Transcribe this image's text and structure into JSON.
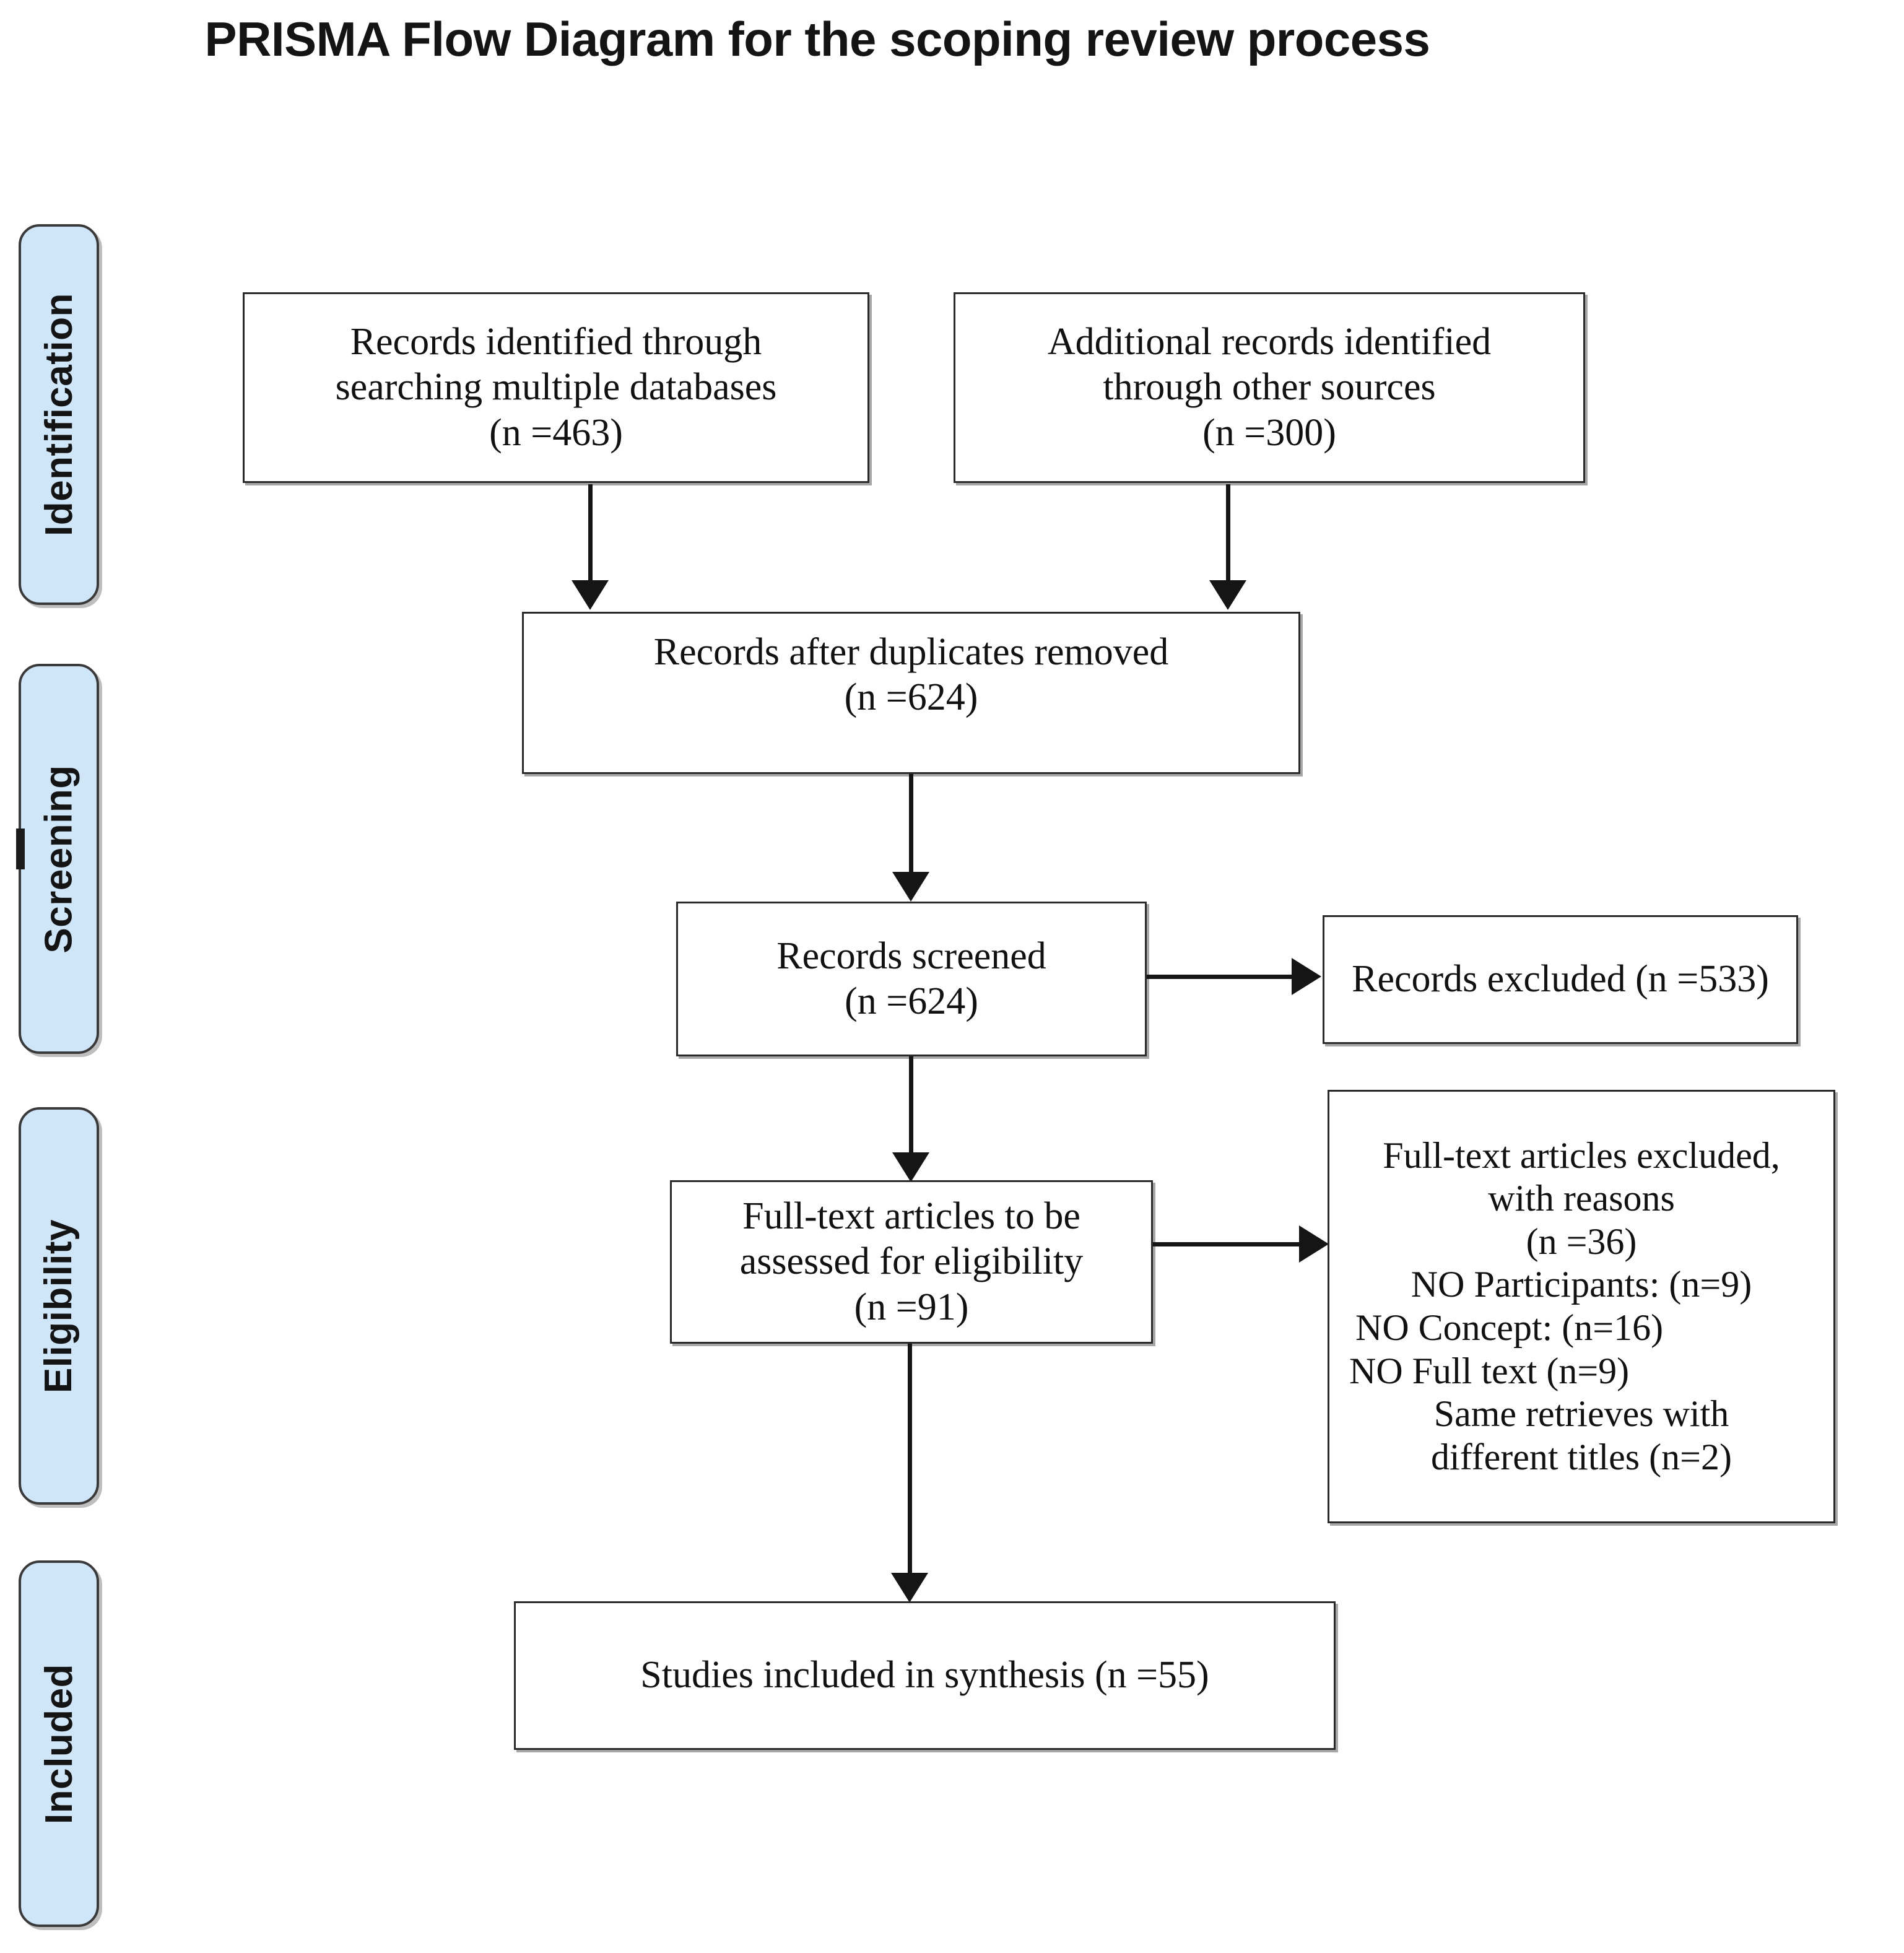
{
  "title": "PRISMA Flow Diagram for the scoping review process",
  "colors": {
    "stage_fill": "#cfe6f9",
    "stage_border": "#3a3a3a",
    "box_border": "#2a2a2a",
    "connector": "#151515",
    "text": "#111111",
    "background": "#ffffff"
  },
  "stages": [
    {
      "id": "identification",
      "label": "Identification"
    },
    {
      "id": "screening",
      "label": "Screening"
    },
    {
      "id": "eligibility",
      "label": "Eligibility"
    },
    {
      "id": "included",
      "label": "Included"
    }
  ],
  "boxes": {
    "records_identified": {
      "line1": "Records identified through",
      "line2": "searching  multiple databases",
      "line3": "(n =463)"
    },
    "additional_records": {
      "line1": "Additional records identified",
      "line2": "through other sources",
      "line3": "(n =300)"
    },
    "after_duplicates": {
      "line1": "Records after duplicates removed",
      "line2": "(n =624)"
    },
    "records_screened": {
      "line1": "Records screened",
      "line2": "(n =624)"
    },
    "records_excluded": {
      "line1": "Records excluded  (n =533)"
    },
    "fulltext_assessed": {
      "line1": "Full-text articles to be",
      "line2": "assessed for eligibility",
      "line3": "(n =91)"
    },
    "fulltext_excluded": {
      "line1": "Full-text articles excluded,",
      "line2": "with reasons",
      "line3": "(n =36)",
      "line4": "NO Participants: (n=9)",
      "line5": "NO Concept: (n=16)",
      "line6": "NO Full text (n=9)",
      "line7": "Same retrieves with",
      "line8": "different  titles (n=2)"
    },
    "studies_included": {
      "line1": "Studies included in synthesis (n =55)"
    }
  },
  "chart_data": {
    "type": "diagram",
    "diagram_kind": "prisma-flow",
    "title": "PRISMA Flow Diagram for the scoping review process",
    "stages": [
      "Identification",
      "Screening",
      "Eligibility",
      "Included"
    ],
    "nodes": [
      {
        "id": "records_identified",
        "stage": "Identification",
        "label": "Records identified through searching  multiple databases",
        "n": 463
      },
      {
        "id": "additional_records",
        "stage": "Identification",
        "label": "Additional records identified through other sources",
        "n": 300
      },
      {
        "id": "after_duplicates",
        "stage": "Screening",
        "label": "Records after duplicates removed",
        "n": 624
      },
      {
        "id": "records_screened",
        "stage": "Screening",
        "label": "Records screened",
        "n": 624
      },
      {
        "id": "records_excluded",
        "stage": "Screening",
        "label": "Records excluded",
        "n": 533
      },
      {
        "id": "fulltext_assessed",
        "stage": "Eligibility",
        "label": "Full-text articles to be assessed for eligibility",
        "n": 91
      },
      {
        "id": "fulltext_excluded",
        "stage": "Eligibility",
        "label": "Full-text articles excluded, with reasons",
        "n": 36,
        "reasons": [
          {
            "label": "NO Participants",
            "n": 9
          },
          {
            "label": "NO Concept",
            "n": 16
          },
          {
            "label": "NO Full text",
            "n": 9
          },
          {
            "label": "Same retrieves with different  titles",
            "n": 2
          }
        ]
      },
      {
        "id": "studies_included",
        "stage": "Included",
        "label": "Studies included in synthesis",
        "n": 55
      }
    ],
    "edges": [
      {
        "from": "records_identified",
        "to": "after_duplicates",
        "direction": "down"
      },
      {
        "from": "additional_records",
        "to": "after_duplicates",
        "direction": "down"
      },
      {
        "from": "after_duplicates",
        "to": "records_screened",
        "direction": "down"
      },
      {
        "from": "records_screened",
        "to": "records_excluded",
        "direction": "right"
      },
      {
        "from": "records_screened",
        "to": "fulltext_assessed",
        "direction": "down"
      },
      {
        "from": "fulltext_assessed",
        "to": "fulltext_excluded",
        "direction": "right"
      },
      {
        "from": "fulltext_assessed",
        "to": "studies_included",
        "direction": "down"
      }
    ]
  }
}
